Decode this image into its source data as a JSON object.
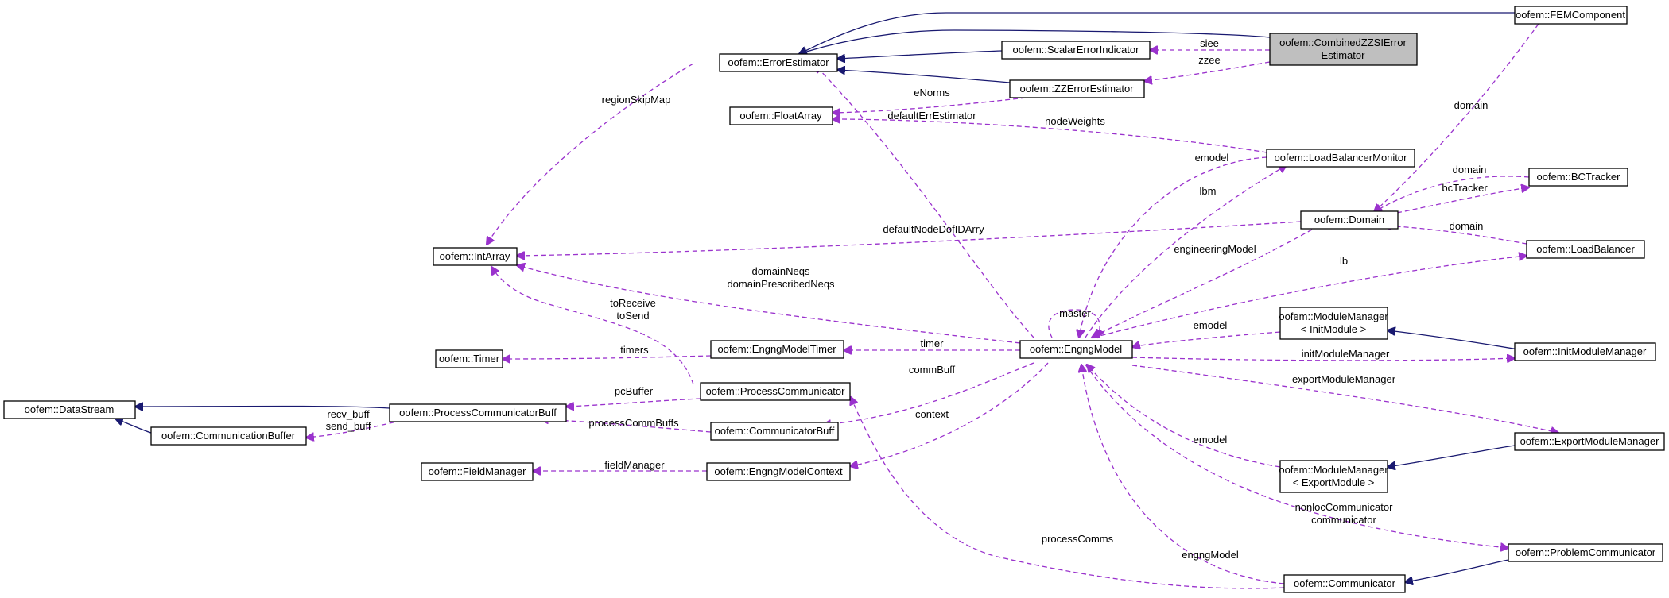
{
  "diagram": {
    "nodes": [
      {
        "id": "combined",
        "lines": [
          "oofem::CombinedZZSIError",
          "Estimator"
        ],
        "highlighted": true
      },
      {
        "id": "fem",
        "lines": [
          "oofem::FEMComponent"
        ]
      },
      {
        "id": "errest",
        "lines": [
          "oofem::ErrorEstimator"
        ]
      },
      {
        "id": "scalar",
        "lines": [
          "oofem::ScalarErrorIndicator"
        ]
      },
      {
        "id": "zz",
        "lines": [
          "oofem::ZZErrorEstimator"
        ]
      },
      {
        "id": "floatarray",
        "lines": [
          "oofem::FloatArray"
        ]
      },
      {
        "id": "lbm",
        "lines": [
          "oofem::LoadBalancerMonitor"
        ]
      },
      {
        "id": "bctracker",
        "lines": [
          "oofem::BCTracker"
        ]
      },
      {
        "id": "domain",
        "lines": [
          "oofem::Domain"
        ]
      },
      {
        "id": "intarray",
        "lines": [
          "oofem::IntArray"
        ]
      },
      {
        "id": "loadbalancer",
        "lines": [
          "oofem::LoadBalancer"
        ]
      },
      {
        "id": "mminit",
        "lines": [
          "oofem::ModuleManager",
          "< InitModule >"
        ]
      },
      {
        "id": "timer",
        "lines": [
          "oofem::Timer"
        ]
      },
      {
        "id": "emtimer",
        "lines": [
          "oofem::EngngModelTimer"
        ]
      },
      {
        "id": "engng",
        "lines": [
          "oofem::EngngModel"
        ]
      },
      {
        "id": "initmm",
        "lines": [
          "oofem::InitModuleManager"
        ]
      },
      {
        "id": "procomm",
        "lines": [
          "oofem::ProcessCommunicator"
        ]
      },
      {
        "id": "datastream",
        "lines": [
          "oofem::DataStream"
        ]
      },
      {
        "id": "pcbuff",
        "lines": [
          "oofem::ProcessCommunicatorBuff"
        ]
      },
      {
        "id": "commbuffer",
        "lines": [
          "oofem::CommunicationBuffer"
        ]
      },
      {
        "id": "communicatorbuff",
        "lines": [
          "oofem::CommunicatorBuff"
        ]
      },
      {
        "id": "exportmm",
        "lines": [
          "oofem::ExportModuleManager"
        ]
      },
      {
        "id": "fieldmanager",
        "lines": [
          "oofem::FieldManager"
        ]
      },
      {
        "id": "emcontext",
        "lines": [
          "oofem::EngngModelContext"
        ]
      },
      {
        "id": "mmexport",
        "lines": [
          "oofem::ModuleManager",
          "< ExportModule >"
        ]
      },
      {
        "id": "problemcomm",
        "lines": [
          "oofem::ProblemCommunicator"
        ]
      },
      {
        "id": "communicator",
        "lines": [
          "oofem::Communicator"
        ]
      }
    ],
    "edge_labels": [
      {
        "id": "siee",
        "text": "siee"
      },
      {
        "id": "zzee",
        "text": "zzee"
      },
      {
        "id": "regionSkipMap",
        "text": "regionSkipMap"
      },
      {
        "id": "eNorms",
        "text": "eNorms"
      },
      {
        "id": "defaultErrEstimator",
        "text": "defaultErrEstimator"
      },
      {
        "id": "nodeWeights",
        "text": "nodeWeights"
      },
      {
        "id": "domain1",
        "text": "domain"
      },
      {
        "id": "domain2",
        "text": "domain"
      },
      {
        "id": "emodel1",
        "text": "emodel"
      },
      {
        "id": "bcTracker",
        "text": "bcTracker"
      },
      {
        "id": "lbm",
        "text": "lbm"
      },
      {
        "id": "defaultNodeDofIDArry",
        "text": "defaultNodeDofIDArry"
      },
      {
        "id": "domain3",
        "text": "domain"
      },
      {
        "id": "engineeringModel",
        "text": "engineeringModel"
      },
      {
        "id": "domainNeqs",
        "text": "domainNeqs"
      },
      {
        "id": "domainPrescribedNeqs",
        "text": "domainPrescribedNeqs"
      },
      {
        "id": "lb",
        "text": "lb"
      },
      {
        "id": "toReceive",
        "text": "toReceive"
      },
      {
        "id": "toSend",
        "text": "toSend"
      },
      {
        "id": "master",
        "text": "master"
      },
      {
        "id": "emodel2",
        "text": "emodel"
      },
      {
        "id": "timers",
        "text": "timers"
      },
      {
        "id": "timer",
        "text": "timer"
      },
      {
        "id": "initModuleManager",
        "text": "initModuleManager"
      },
      {
        "id": "commBuff",
        "text": "commBuff"
      },
      {
        "id": "exportModuleManager",
        "text": "exportModuleManager"
      },
      {
        "id": "pcBuffer",
        "text": "pcBuffer"
      },
      {
        "id": "recv_buff",
        "text": "recv_buff"
      },
      {
        "id": "send_buff",
        "text": "send_buff"
      },
      {
        "id": "processCommBuffs",
        "text": "processCommBuffs"
      },
      {
        "id": "context",
        "text": "context"
      },
      {
        "id": "emodel3",
        "text": "emodel"
      },
      {
        "id": "fieldManager",
        "text": "fieldManager"
      },
      {
        "id": "nonlocCommunicator",
        "text": "nonlocCommunicator"
      },
      {
        "id": "communicator",
        "text": "communicator"
      },
      {
        "id": "processComms",
        "text": "processComms"
      },
      {
        "id": "engngModel",
        "text": "engngModel"
      }
    ],
    "colors": {
      "inheritance": "#191970",
      "usage": "#9a32cd",
      "highlight_fill": "#bfbfbf",
      "node_border": "#000000",
      "background": "#ffffff"
    }
  }
}
